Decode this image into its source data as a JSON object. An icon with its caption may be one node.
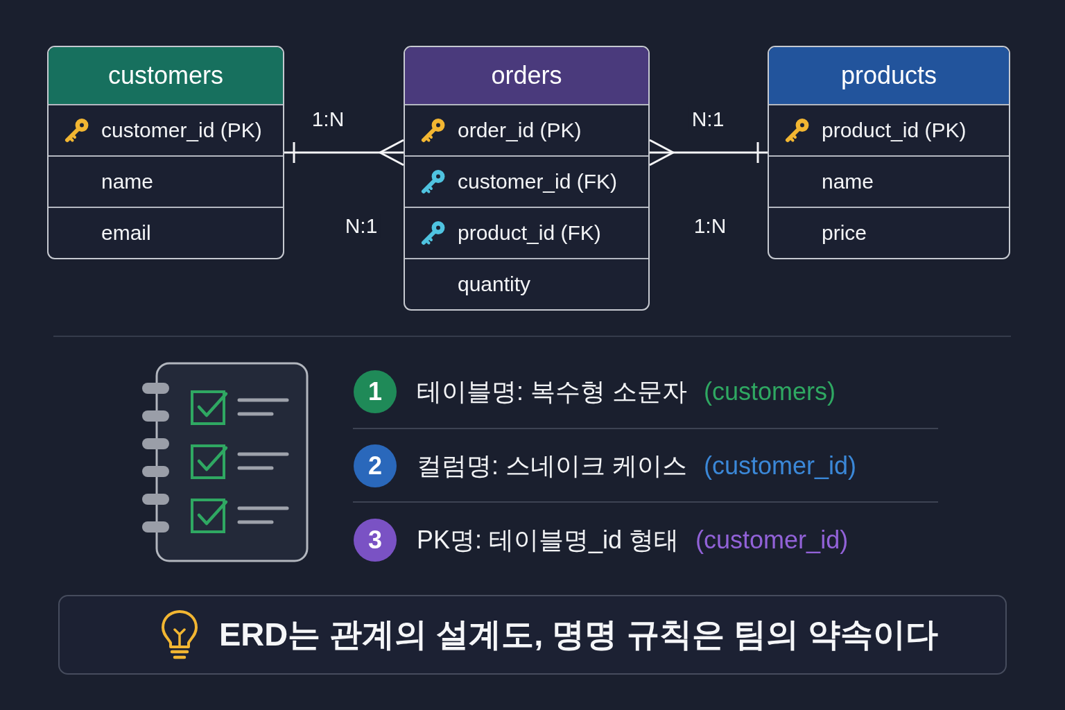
{
  "diagram": {
    "nodes": [
      {
        "text": [
          "customers"
        ]
      },
      {
        "text": [
          "customer_id (PK)"
        ],
        "in": 0
      },
      {
        "text": [
          "name"
        ],
        "in": 0
      },
      {
        "text": [
          "email"
        ],
        "in": 0
      },
      {
        "text": [
          "orders"
        ]
      },
      {
        "text": [
          "order_id (PK)"
        ],
        "in": 4
      },
      {
        "text": [
          "customer_id (FK)"
        ],
        "in": 4
      },
      {
        "text": [
          "product_id (FK)"
        ],
        "in": 4
      },
      {
        "text": [
          "quantity"
        ],
        "in": 4
      },
      {
        "text": [
          "products"
        ]
      },
      {
        "text": [
          "product_id (PK)"
        ],
        "in": 9
      },
      {
        "text": [
          "name"
        ],
        "in": 9
      },
      {
        "text": [
          "price"
        ],
        "in": 9
      },
      {
        "text": [
          "1"
        ],
        "beside": [
          "테이블명: 복수형 소문자",
          "(customers)"
        ]
      },
      {
        "text": [
          "2"
        ],
        "beside": [
          "컬럼명: 스네이크 케이스",
          "(customer_id)"
        ]
      },
      {
        "text": [
          "3"
        ],
        "beside": [
          "PK명: 테이블명_id 형태",
          "(customer_id)"
        ]
      },
      {
        "text": [
          "ERD는 관계의 설계도, 명명 규칙은 팀의 약속이다"
        ]
      }
    ],
    "edges": [
      {
        "from": 0,
        "to": 4,
        "arrow": "other",
        "label": "1:N"
      },
      {
        "from": 9,
        "to": 4,
        "arrow": "other",
        "label": "N:1"
      }
    ],
    "labels": [
      "N:1",
      "1:N"
    ]
  }
}
